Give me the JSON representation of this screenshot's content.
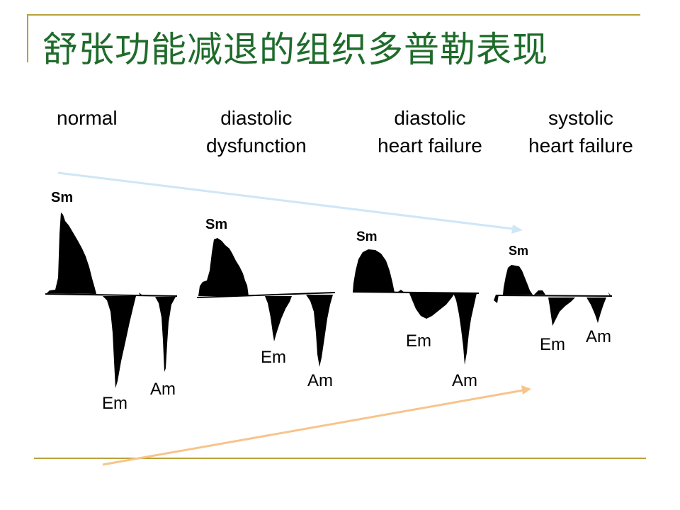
{
  "slide": {
    "title": "舒张功能减退的组织多普勒表现",
    "accent_color": "#1f6b2b",
    "rule_color": "#b8a23a"
  },
  "panels": [
    {
      "line1": "normal",
      "line2": "",
      "peaks": {
        "s": "Sm",
        "e": "Em",
        "a": "Am"
      }
    },
    {
      "line1": "diastolic",
      "line2": "dysfunction",
      "peaks": {
        "s": "Sm",
        "e": "Em",
        "a": "Am"
      }
    },
    {
      "line1": "diastolic",
      "line2": "heart failure",
      "peaks": {
        "s": "Sm",
        "e": "Em",
        "a": "Am"
      }
    },
    {
      "line1": "systolic",
      "line2": "heart failure",
      "peaks": {
        "s": "Sm",
        "e": "Em",
        "a": "Am"
      }
    }
  ],
  "arrows": [
    {
      "meaning": "Sm decreases",
      "color": "#cfe6f7"
    },
    {
      "meaning": "Em/Am changes",
      "color": "#f7c48c"
    }
  ]
}
